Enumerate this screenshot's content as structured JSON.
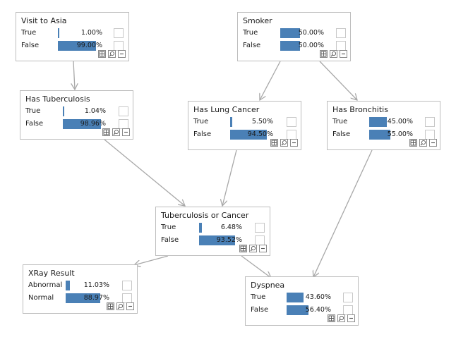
{
  "nodes": [
    {
      "id": "asia",
      "title": "Visit to Asia",
      "states": [
        {
          "name": "True",
          "value": "1.00%",
          "p": 0.01
        },
        {
          "name": "False",
          "value": "99.00%",
          "p": 0.99
        }
      ]
    },
    {
      "id": "smoker",
      "title": "Smoker",
      "states": [
        {
          "name": "True",
          "value": "50.00%",
          "p": 0.5
        },
        {
          "name": "False",
          "value": "50.00%",
          "p": 0.5
        }
      ]
    },
    {
      "id": "tub",
      "title": "Has Tuberculosis",
      "states": [
        {
          "name": "True",
          "value": "1.04%",
          "p": 0.0104
        },
        {
          "name": "False",
          "value": "98.96%",
          "p": 0.9896
        }
      ]
    },
    {
      "id": "lung",
      "title": "Has Lung Cancer",
      "states": [
        {
          "name": "True",
          "value": "5.50%",
          "p": 0.055
        },
        {
          "name": "False",
          "value": "94.50%",
          "p": 0.945
        }
      ]
    },
    {
      "id": "bronc",
      "title": "Has Bronchitis",
      "states": [
        {
          "name": "True",
          "value": "45.00%",
          "p": 0.45
        },
        {
          "name": "False",
          "value": "55.00%",
          "p": 0.55
        }
      ]
    },
    {
      "id": "either",
      "title": "Tuberculosis or Cancer",
      "states": [
        {
          "name": "True",
          "value": "6.48%",
          "p": 0.0648
        },
        {
          "name": "False",
          "value": "93.52%",
          "p": 0.9352
        }
      ]
    },
    {
      "id": "xray",
      "title": "XRay Result",
      "states": [
        {
          "name": "Abnormal",
          "value": "11.03%",
          "p": 0.1103
        },
        {
          "name": "Normal",
          "value": "88.97%",
          "p": 0.8897
        }
      ]
    },
    {
      "id": "dysp",
      "title": "Dyspnea",
      "states": [
        {
          "name": "True",
          "value": "43.60%",
          "p": 0.436
        },
        {
          "name": "False",
          "value": "56.40%",
          "p": 0.564
        }
      ]
    }
  ],
  "edges": [
    {
      "from": "asia",
      "to": "tub"
    },
    {
      "from": "smoker",
      "to": "lung"
    },
    {
      "from": "smoker",
      "to": "bronc"
    },
    {
      "from": "tub",
      "to": "either"
    },
    {
      "from": "lung",
      "to": "either"
    },
    {
      "from": "either",
      "to": "xray"
    },
    {
      "from": "either",
      "to": "dysp"
    },
    {
      "from": "bronc",
      "to": "dysp"
    }
  ],
  "colors": {
    "bar": "#4a80b6",
    "edge": "#a8a8a8",
    "border": "#bdbdbd"
  },
  "toolbar_icons": [
    "grid-icon",
    "zoom-icon",
    "minimize-icon"
  ]
}
